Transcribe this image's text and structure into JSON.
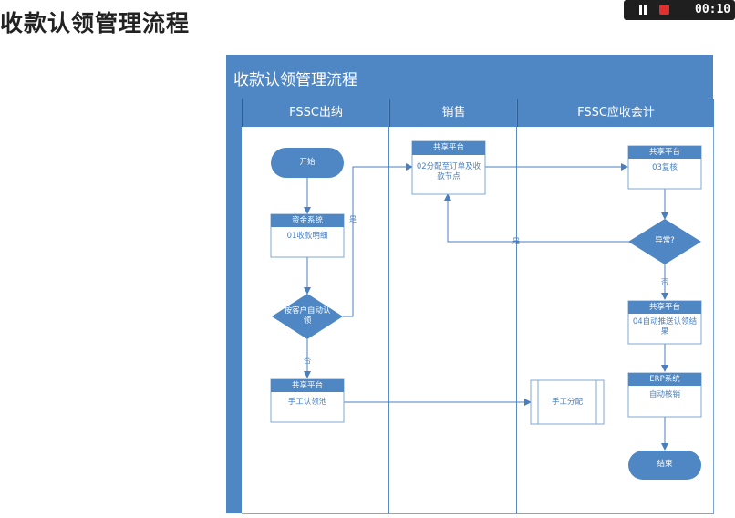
{
  "page_title": "收款认领管理流程",
  "recorder": {
    "time": "00:10"
  },
  "diagram": {
    "title": "收款认领管理流程",
    "lanes": [
      "FSSC出纳",
      "销售",
      "FSSC应收会计"
    ],
    "nodes": {
      "start": "开始",
      "cash_system_header": "资金系统",
      "cash_system_body": "01收款明细",
      "auto_claim": "按客户自动认领",
      "manual_pool_header": "共享平台",
      "manual_pool_body": "手工认领池",
      "assign_header": "共享平台",
      "assign_body": "02分配至订单及收款节点",
      "manual_assign": "手工分配",
      "review_header": "共享平台",
      "review_body": "03复核",
      "abnormal": "异常?",
      "push_header": "共享平台",
      "push_body": "04自动推送认领结果",
      "erp_header": "ERP系统",
      "erp_body": "自动核销",
      "end": "结束"
    },
    "edges": {
      "yes1": "是",
      "no1": "否",
      "yes2": "是",
      "no2": "否"
    }
  },
  "colors": {
    "primary": "#4e87c4",
    "line": "#4a7fbf",
    "box_border": "#7fa7d3"
  }
}
